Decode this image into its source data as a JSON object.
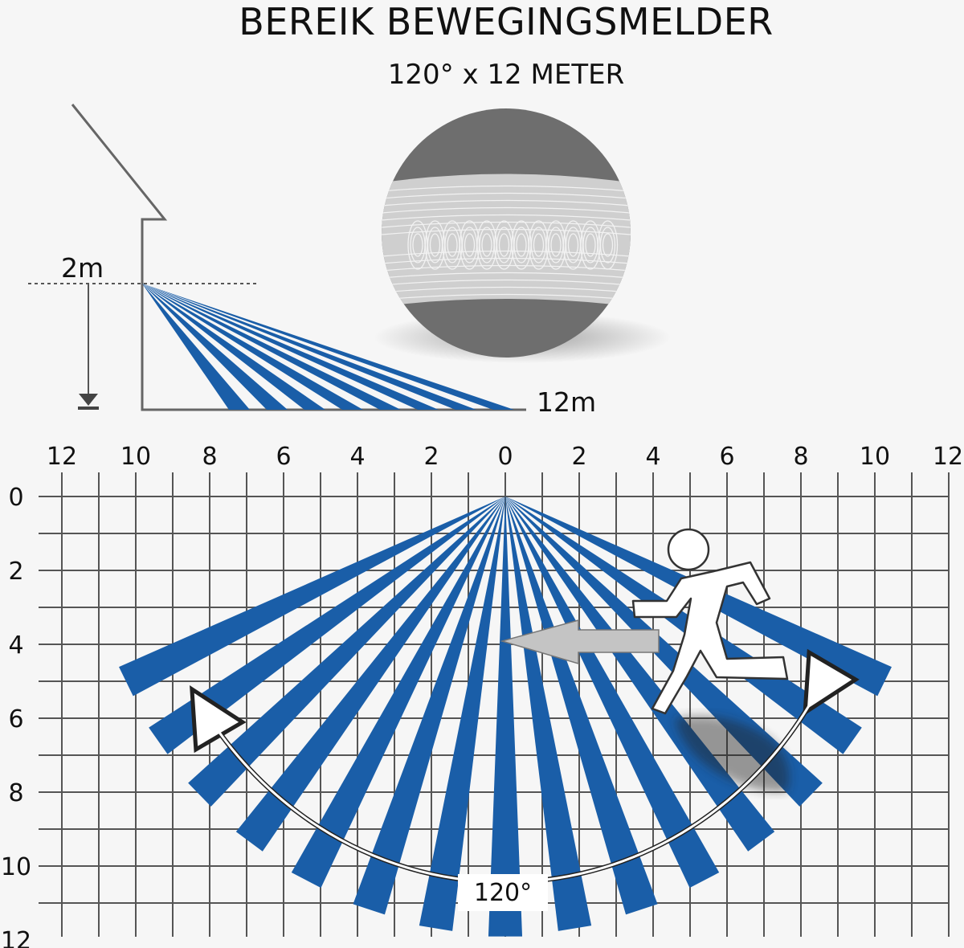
{
  "title": "BEREIK BEWEGINGSMELDER",
  "subtitle": "120° x 12 METER",
  "side_view": {
    "height_label": "2m",
    "distance_label": "12m"
  },
  "grid": {
    "top_axis_ticks": [
      "12",
      "10",
      "8",
      "6",
      "4",
      "2",
      "0",
      "2",
      "4",
      "6",
      "8",
      "10",
      "12"
    ],
    "left_axis_ticks": [
      "0",
      "2",
      "4",
      "6",
      "8",
      "10",
      "12"
    ],
    "angle_label": "120°"
  },
  "colors": {
    "beam": "#1a5ea8",
    "grid_line": "#555555",
    "background": "#f6f6f6",
    "sensor_dark": "#6e6e6e",
    "sensor_lens": "#cfcfcf",
    "arrow": "#c4c4c4"
  },
  "icons": {
    "person": "running-person-icon",
    "arrow": "left-arrow-icon",
    "sensor": "motion-sensor-lens-icon",
    "house": "house-wall-icon"
  }
}
